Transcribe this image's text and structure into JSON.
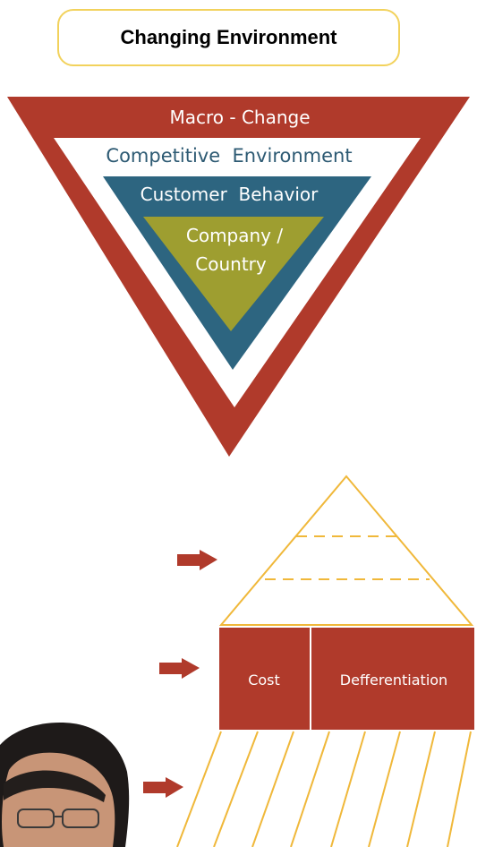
{
  "title": "Changing Environment",
  "triangle": {
    "outer_label": "Macro - Change",
    "second_label": "Competitive  Environment",
    "third_label": "Customer  Behavior",
    "inner_label_line1": "Company /",
    "inner_label_line2": "Country",
    "colors": {
      "outer": "#b03a2b",
      "second": "#ffffff",
      "third": "#2d6580",
      "inner": "#9e9e30"
    }
  },
  "house": {
    "cost_label": "Cost",
    "differentiation_label": "Defferentiation",
    "colors": {
      "block": "#b03a2b",
      "lines": "#f0b83a",
      "arrows": "#b03a2b"
    }
  }
}
